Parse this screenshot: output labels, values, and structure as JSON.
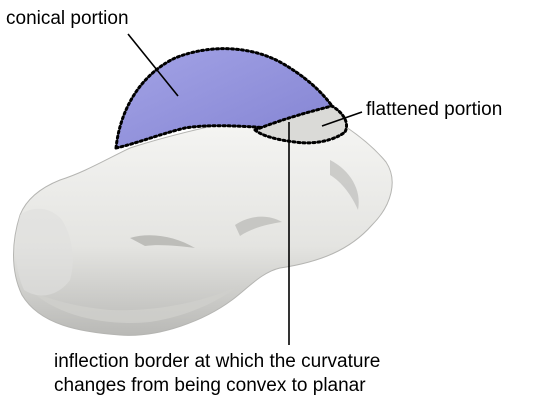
{
  "labels": {
    "conical_portion": "conical portion",
    "flattened_portion": "flattened portion",
    "inflection_line1": "inflection border at which the curvature",
    "inflection_line2": "changes from being convex to planar"
  },
  "colors": {
    "bone": "#eeeeec",
    "bone_shadow": "#c9c9c6",
    "conical_region": "#8f8fdc",
    "outline": "#000000",
    "background": "#ffffff"
  }
}
